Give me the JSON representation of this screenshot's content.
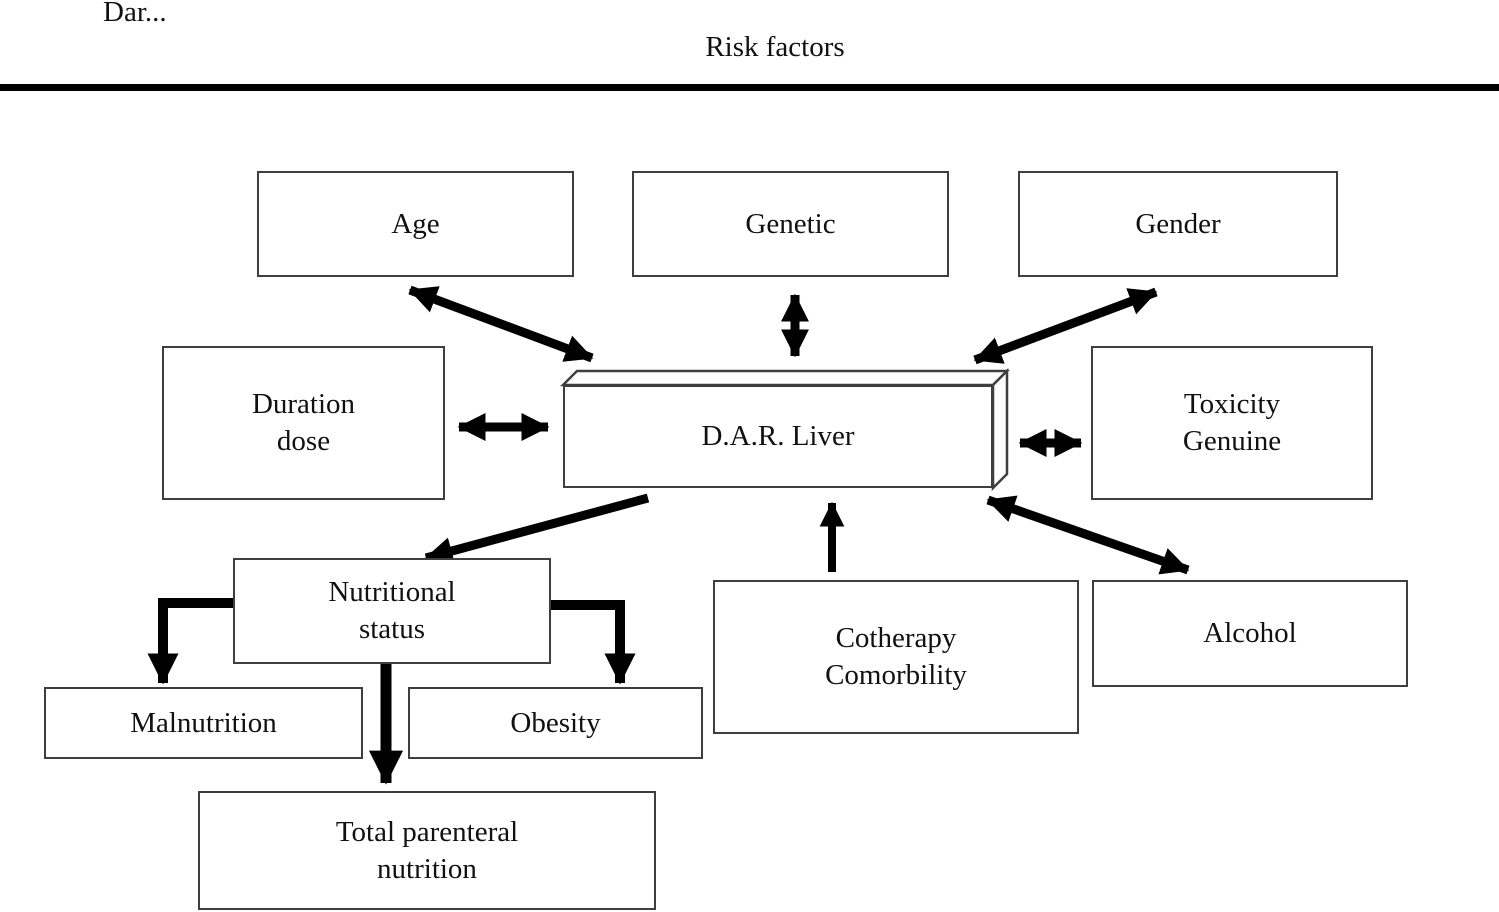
{
  "header": {
    "corner_text": "Dar...",
    "title": "Risk factors"
  },
  "diagram": {
    "nodes": {
      "age": {
        "label": "Age"
      },
      "genetic": {
        "label": "Genetic"
      },
      "gender": {
        "label": "Gender"
      },
      "duration_dose": {
        "label": "Duration\ndose"
      },
      "dar_liver": {
        "label": "D.A.R. Liver"
      },
      "toxicity_genuine": {
        "label": "Toxicity\nGenuine"
      },
      "nutritional_status": {
        "label": "Nutritional\nstatus"
      },
      "cotherapy_comorbility": {
        "label": "Cotherapy\nComorbility"
      },
      "alcohol": {
        "label": "Alcohol"
      },
      "malnutrition": {
        "label": "Malnutrition"
      },
      "obesity": {
        "label": "Obesity"
      },
      "total_parenteral_nutrition": {
        "label": "Total parenteral\nnutrition"
      }
    },
    "edges": [
      {
        "from": "age",
        "to": "dar_liver",
        "arrows": "both"
      },
      {
        "from": "genetic",
        "to": "dar_liver",
        "arrows": "both"
      },
      {
        "from": "gender",
        "to": "dar_liver",
        "arrows": "both"
      },
      {
        "from": "duration_dose",
        "to": "dar_liver",
        "arrows": "both"
      },
      {
        "from": "toxicity_genuine",
        "to": "dar_liver",
        "arrows": "both"
      },
      {
        "from": "dar_liver",
        "to": "nutritional_status",
        "arrows": "single"
      },
      {
        "from": "cotherapy_comorbility",
        "to": "dar_liver",
        "arrows": "single"
      },
      {
        "from": "dar_liver",
        "to": "alcohol",
        "arrows": "both"
      },
      {
        "from": "nutritional_status",
        "to": "malnutrition",
        "arrows": "single"
      },
      {
        "from": "nutritional_status",
        "to": "obesity",
        "arrows": "single"
      },
      {
        "from": "nutritional_status",
        "to": "total_parenteral_nutrition",
        "arrows": "single"
      }
    ],
    "colors": {
      "line": "#000000",
      "box_border": "#3f3f3f",
      "background": "#ffffff",
      "text": "#111111"
    }
  }
}
